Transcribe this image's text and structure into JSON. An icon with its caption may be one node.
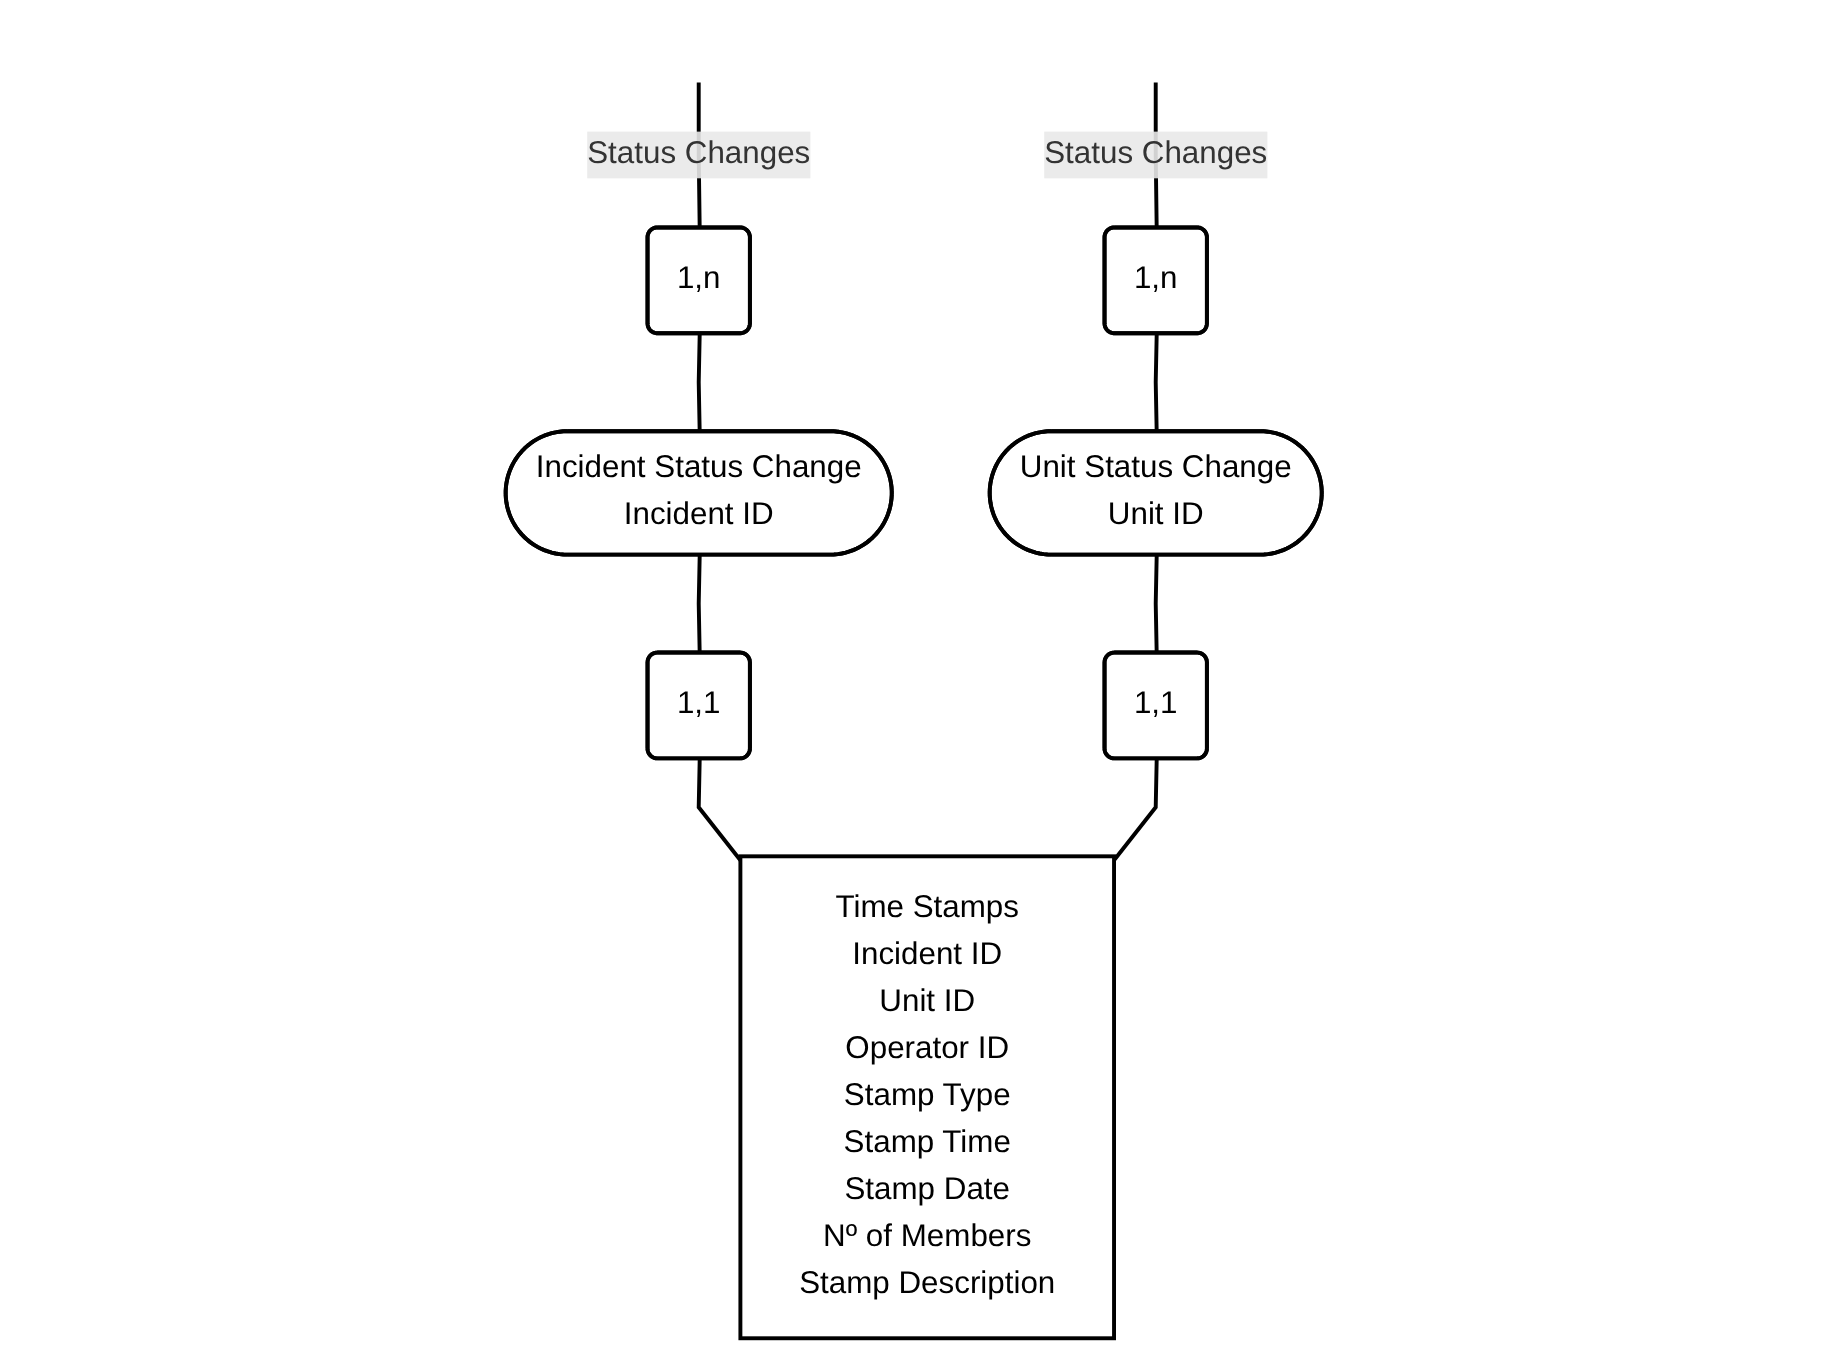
{
  "diagram": {
    "nodes": [
      {
        "text": [
          "1,n"
        ]
      },
      {
        "text": [
          "Incident Status Change",
          "Incident ID"
        ]
      },
      {
        "text": [
          "1,1"
        ]
      },
      {
        "text": [
          "1,n"
        ]
      },
      {
        "text": [
          "Time Stamps",
          "Incident ID",
          "Unit ID",
          "Operator ID",
          "Stamp Type",
          "Stamp Time",
          "Stamp Date",
          "Nº of Members",
          "Stamp Description"
        ]
      },
      {
        "text": [
          "Unit Status Change",
          "Unit ID"
        ]
      },
      {
        "text": [
          "1,1"
        ]
      }
    ],
    "edges": [
      {
        "from": null,
        "to": 0,
        "arrow": "none",
        "label": "Status Changes"
      },
      {
        "from": 0,
        "to": 1,
        "arrow": "none"
      },
      {
        "from": 1,
        "to": 2,
        "arrow": "none"
      },
      {
        "from": 2,
        "to": 4,
        "arrow": "none"
      },
      {
        "from": null,
        "to": 3,
        "arrow": "none",
        "label": "Status Changes"
      },
      {
        "from": 3,
        "to": 5,
        "arrow": "none"
      },
      {
        "from": 5,
        "to": 6,
        "arrow": "none"
      },
      {
        "from": 6,
        "to": 4,
        "arrow": "none"
      }
    ]
  }
}
